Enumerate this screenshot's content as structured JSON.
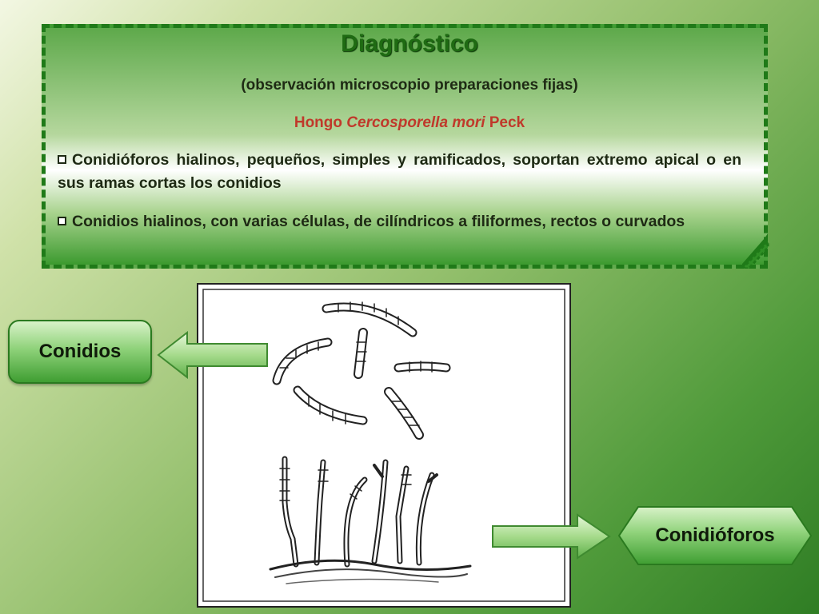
{
  "slide": {
    "title": "Diagnóstico",
    "subtitle": "(observación microscopio preparaciones fijas)",
    "organism": {
      "prefix": "Hongo ",
      "genus_species": "Cercosporella mori",
      "suffix": " Peck"
    },
    "bullets": [
      "Conidióforos hialinos, pequeños, simples y ramificados, soportan extremo apical o en sus ramas cortas los conidios",
      "Conidios hialinos, con varias células, de cilíndricos a filiformes, rectos o curvados"
    ],
    "labels": {
      "conidios": "Conidios",
      "conidioforos": "Conidióforos"
    }
  },
  "colors": {
    "title": "#1f6b13",
    "organism": "#c0392b",
    "border": "#1f7a18"
  },
  "icons": {
    "bullet": "hollow-square-bullet-icon",
    "arrow_left": "left-arrow-icon",
    "arrow_right": "right-arrow-icon"
  }
}
